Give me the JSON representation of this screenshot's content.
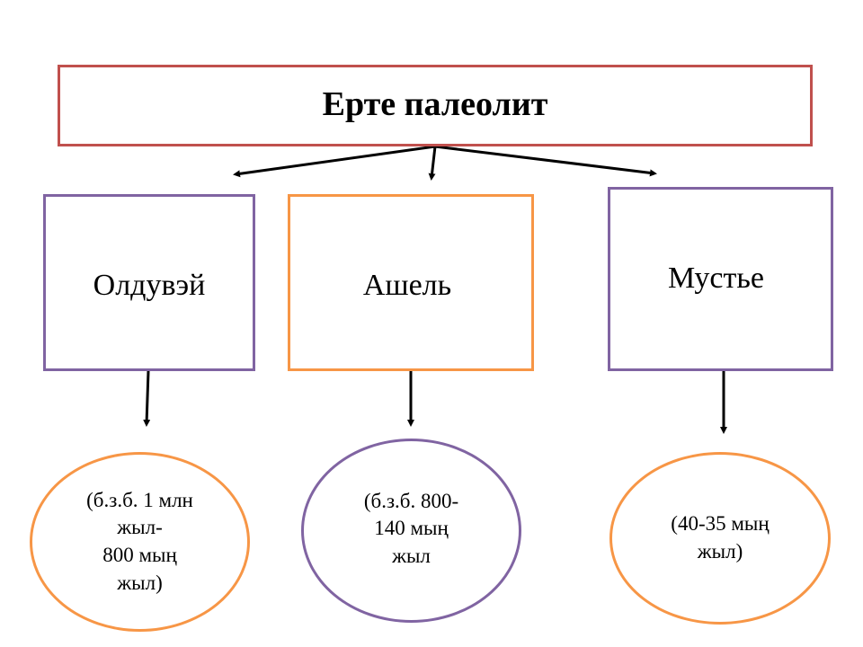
{
  "diagram": {
    "title": "Ерте палеолит",
    "colors": {
      "title_border": "#c0504d",
      "purple": "#8064a2",
      "orange": "#f79646",
      "arrow": "#000000"
    },
    "cultures": [
      {
        "name": "Олдувэй",
        "period": "(б.з.б. 1 млн\nжыл-\n800 мың\nжыл)"
      },
      {
        "name": "Ашель",
        "period": "(б.з.б. 800-\n140 мың\nжыл"
      },
      {
        "name": "Мустье",
        "period": "(40-35 мың\nжыл)"
      }
    ]
  }
}
